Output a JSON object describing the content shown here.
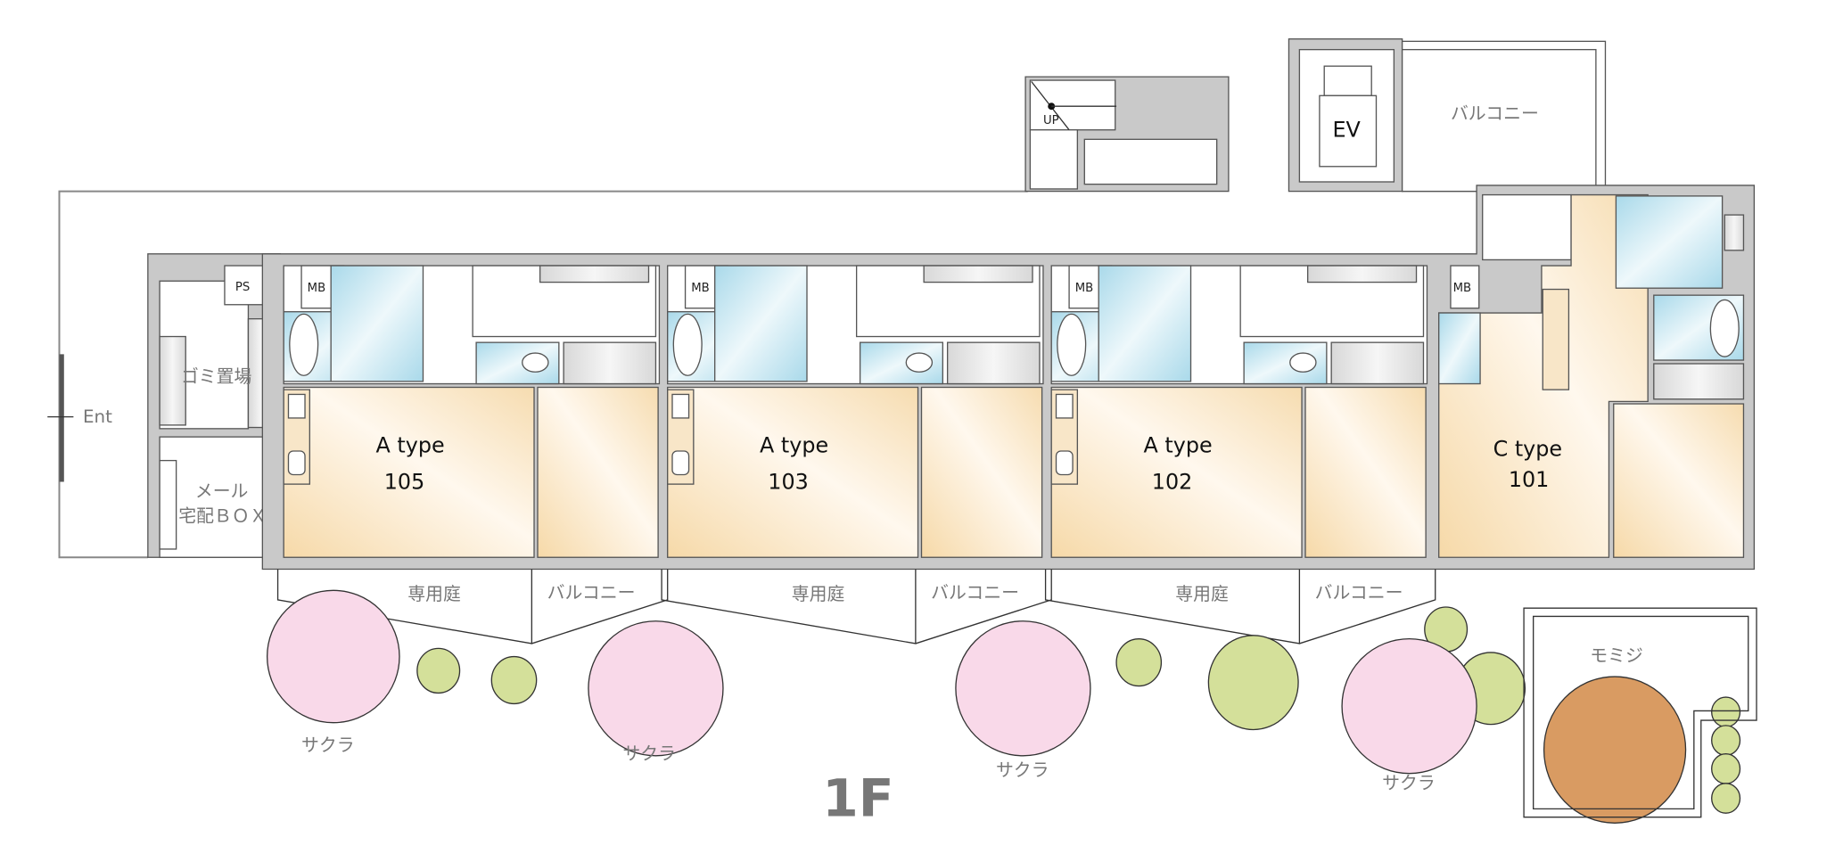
{
  "floor_label": "1F",
  "entrance_label": "Ent",
  "common": {
    "garbage": "ゴミ置場",
    "mail": "メール",
    "delivery_box": "宅配ＢＯＸ",
    "ps": "PS",
    "ev": "EV",
    "stairs_up": "UP",
    "top_balcony": "バルコニー"
  },
  "units": [
    {
      "type": "A type",
      "number": "105",
      "mb": "MB",
      "garden": "専用庭",
      "balcony": "バルコニー"
    },
    {
      "type": "A type",
      "number": "103",
      "mb": "MB",
      "garden": "専用庭",
      "balcony": "バルコニー"
    },
    {
      "type": "A type",
      "number": "102",
      "mb": "MB",
      "garden": "専用庭",
      "balcony": "バルコニー"
    },
    {
      "type": "C type",
      "number": "101",
      "mb": "MB"
    }
  ],
  "trees": {
    "sakura": "サクラ",
    "momiji": "モミジ"
  },
  "colors": {
    "sakura": "#f9d9e9",
    "shrub": "#d4e09a",
    "momiji": "#d99b62",
    "ldk": "#f7ddb0",
    "water": "#bfe4f0",
    "wall": "#c9c9c9"
  }
}
